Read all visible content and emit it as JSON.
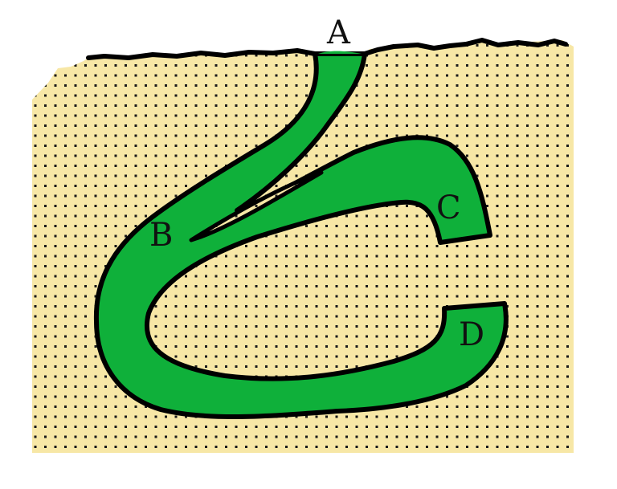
{
  "labels": {
    "a": "A",
    "b": "B",
    "c": "C",
    "d": "D"
  },
  "colors": {
    "soil": "#f7e7a6",
    "soil_dots": "#1a1a1a",
    "tunnel": "#0fb03a",
    "outline": "#000000",
    "background": "#ffffff"
  }
}
